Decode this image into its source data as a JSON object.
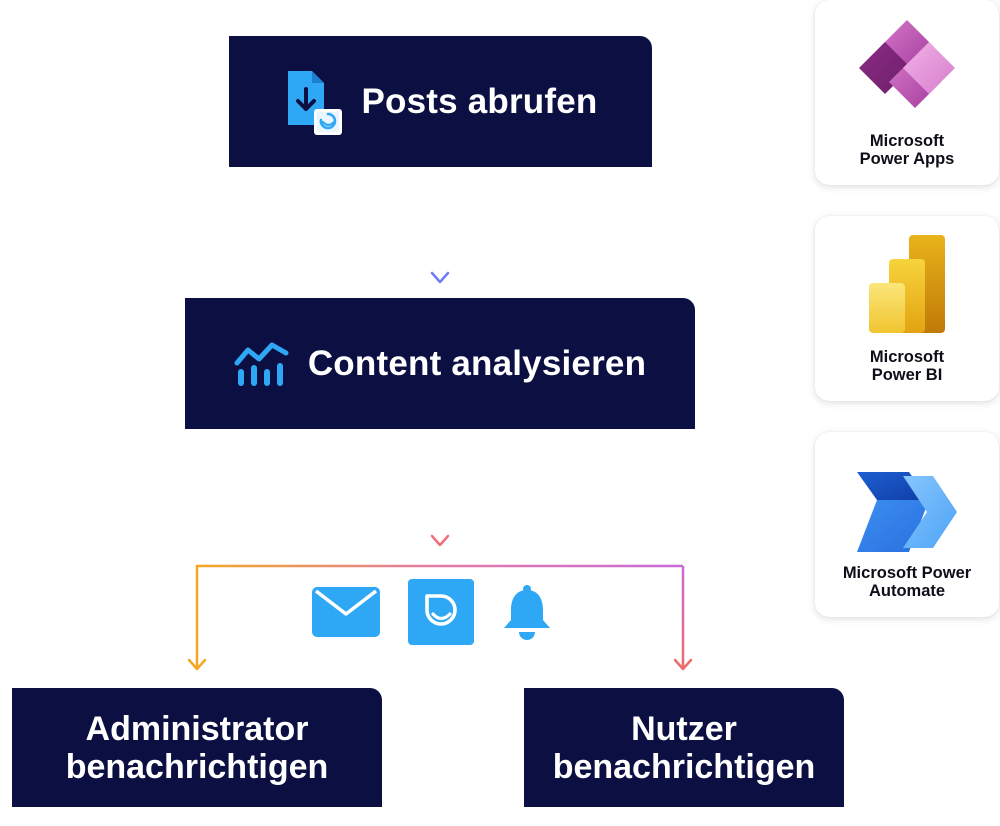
{
  "flow": {
    "step1": {
      "title": "Posts abrufen",
      "icon": "download-file-icon"
    },
    "step2": {
      "title": "Content analysieren",
      "icon": "analytics-chart-icon"
    },
    "step3a": {
      "line1": "Administrator",
      "line2": "benachrichtigen"
    },
    "step3b": {
      "line1": "Nutzer",
      "line2": "benachrichtigen"
    },
    "notification_channels": [
      "mail-icon",
      "staffbase-chat-icon",
      "bell-icon"
    ]
  },
  "tools": [
    {
      "line1": "Microsoft",
      "line2": "Power Apps",
      "icon": "power-apps-logo"
    },
    {
      "line1": "Microsoft",
      "line2": "Power BI",
      "icon": "power-bi-logo"
    },
    {
      "line1": "Microsoft Power",
      "line2": "Automate",
      "icon": "power-automate-logo"
    }
  ],
  "colors": {
    "box_background": "#0c0f42",
    "icon_blue": "#2ea8f5",
    "arrow_blue": "#5aa7f0",
    "arrow_pink": "#e46a96",
    "arrow_orange": "#f5a623",
    "arrow_coral": "#ea6f6f"
  }
}
